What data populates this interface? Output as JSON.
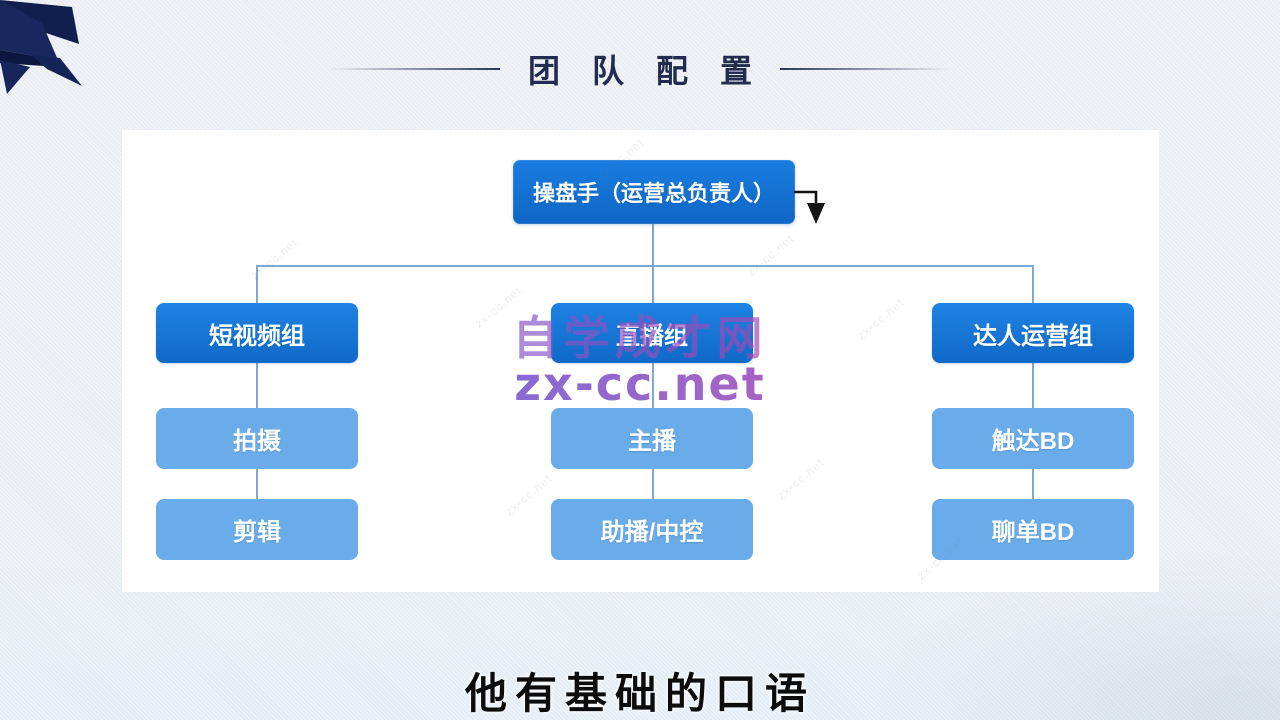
{
  "title": "团队配置",
  "caption": "他有基础的口语",
  "watermark": {
    "site_name": "自学成才网",
    "site_url": "zx-cc.net",
    "tile_text": "zx-cc.net"
  },
  "org_chart": {
    "root": "操盘手（运营总负责人）",
    "columns": [
      {
        "head": "短视频组",
        "children": [
          "拍摄",
          "剪辑"
        ]
      },
      {
        "head": "直播组",
        "children": [
          "主播",
          "助播/中控"
        ]
      },
      {
        "head": "达人运营组",
        "children": [
          "触达BD",
          "聊单BD"
        ]
      }
    ]
  },
  "colors": {
    "root_box": "#0e66c4",
    "group_box": "#1069c8",
    "leaf_box": "#69ace9",
    "connector": "#7fa9d2",
    "title_text": "#212c4e",
    "watermark_blue": "#4a59d5",
    "watermark_pink": "#d4258f"
  }
}
